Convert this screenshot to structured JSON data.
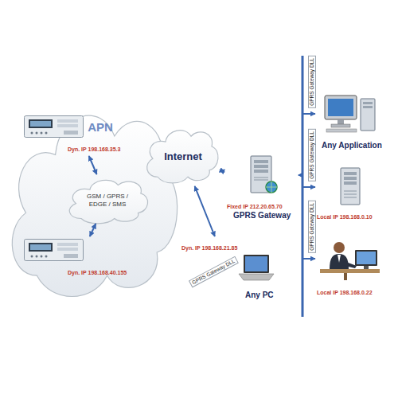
{
  "diagram": {
    "nodes": [
      {
        "text": [
          "APN"
        ]
      },
      {
        "text": [
          "Dyn. IP 198.168.35.3"
        ],
        "in": 0
      },
      {
        "text": [
          "GSM / GPRS / EDGE / SMS"
        ],
        "in": 0
      },
      {
        "text": [
          "Dyn. IP 198.168.40.155"
        ],
        "in": 0
      },
      {
        "text": [
          "Internet"
        ]
      },
      {
        "text": [
          "Fixed IP 212.20.65.70",
          "GPRS Gateway"
        ]
      },
      {
        "text": [
          "Dyn. IP 198.168.21.85",
          "GPRS Gateway DLL",
          "Any PC"
        ]
      },
      {
        "text": [
          "Any Application"
        ]
      },
      {
        "text": [
          "Local IP 198.168.0.10"
        ]
      },
      {
        "text": [
          "Local IP 198.168.0.22"
        ]
      }
    ],
    "edges": [
      {
        "from": 1,
        "to": 2,
        "arrow": "both"
      },
      {
        "from": 3,
        "to": 2,
        "arrow": "both"
      },
      {
        "from": 4,
        "to": 5,
        "arrow": "both"
      },
      {
        "from": 4,
        "to": 6,
        "arrow": "both"
      },
      {
        "from": 5,
        "to": 7,
        "arrow": "both"
      },
      {
        "from": 5,
        "to": 8,
        "arrow": "both"
      },
      {
        "from": 5,
        "to": 9,
        "arrow": "both"
      }
    ],
    "labels": [
      "GPRS Gateway DLL",
      "GPRS Gateway DLL",
      "GPRS Gateway DLL"
    ]
  }
}
